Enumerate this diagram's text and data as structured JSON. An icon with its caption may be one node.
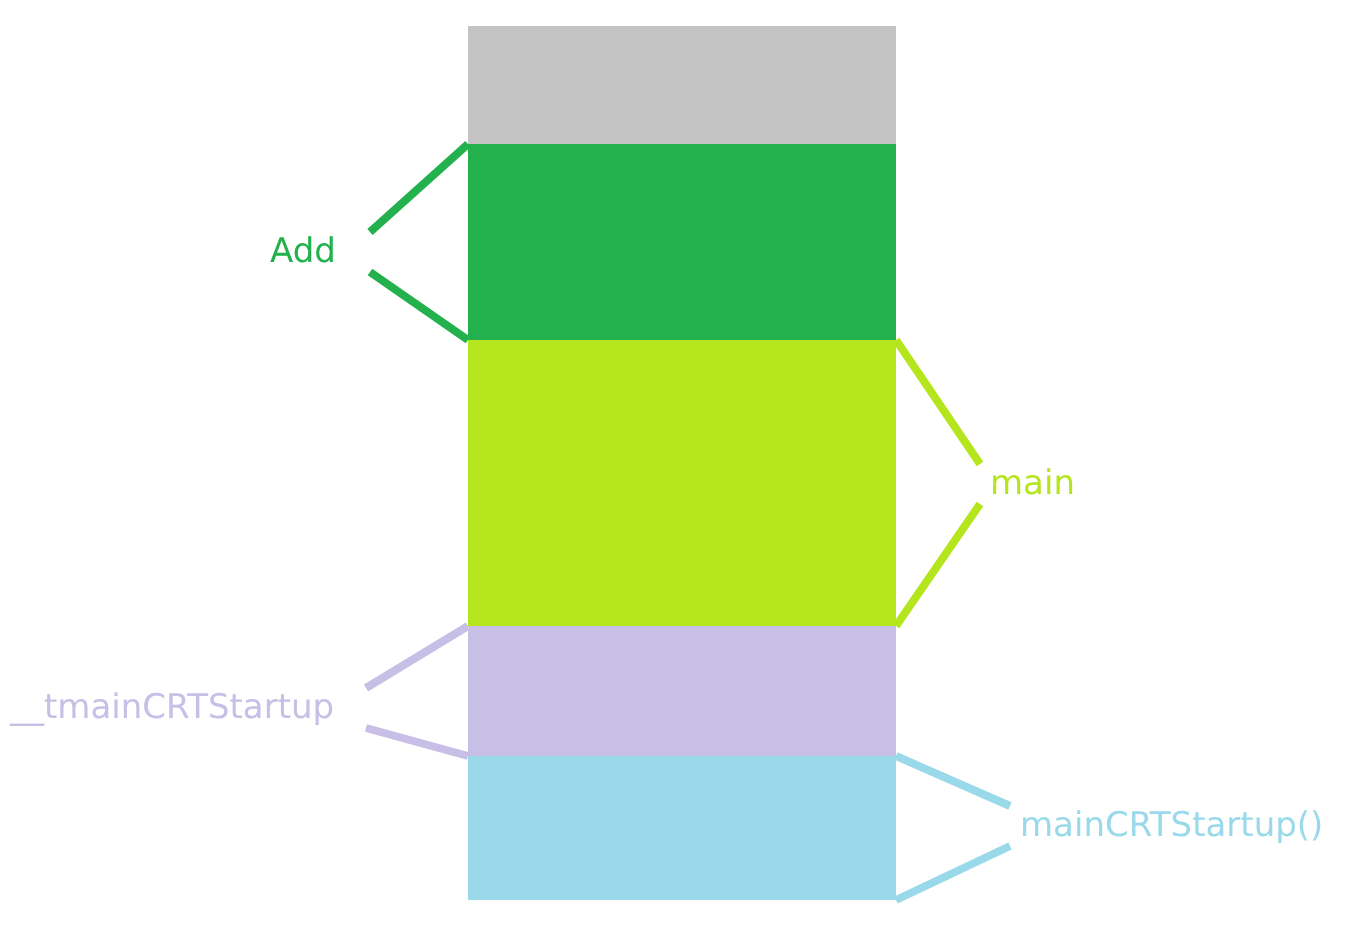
{
  "diagram": {
    "nodes": [
      {
        "text": [],
        "shape": "box"
      },
      {
        "text": [],
        "shape": "box",
        "beside": [
          "Add"
        ]
      },
      {
        "text": [],
        "shape": "box",
        "beside": [
          "main"
        ]
      },
      {
        "text": [],
        "shape": "box",
        "beside": [
          "__tmainCRTStartup"
        ]
      },
      {
        "text": [],
        "shape": "box",
        "beside": [
          "mainCRTStartup()"
        ]
      }
    ]
  }
}
